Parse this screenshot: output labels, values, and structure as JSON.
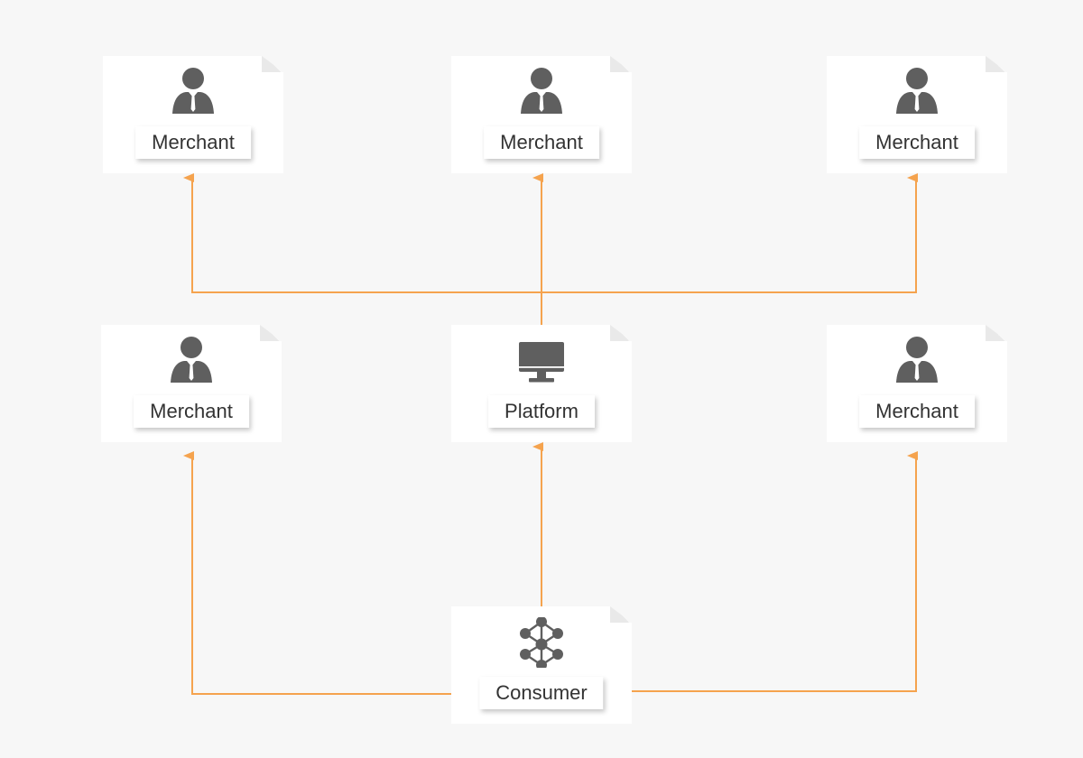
{
  "colors": {
    "background": "#f7f7f7",
    "card": "#ffffff",
    "icon": "#5f5f5f",
    "arrow": "#f5a34e",
    "text": "#333333"
  },
  "nodes": [
    {
      "id": "merchant-top-left",
      "label": "Merchant",
      "icon": "person-icon"
    },
    {
      "id": "merchant-top-center",
      "label": "Merchant",
      "icon": "person-icon"
    },
    {
      "id": "merchant-top-right",
      "label": "Merchant",
      "icon": "person-icon"
    },
    {
      "id": "merchant-mid-left",
      "label": "Merchant",
      "icon": "person-icon"
    },
    {
      "id": "platform",
      "label": "Platform",
      "icon": "monitor-icon"
    },
    {
      "id": "merchant-mid-right",
      "label": "Merchant",
      "icon": "person-icon"
    },
    {
      "id": "consumer",
      "label": "Consumer",
      "icon": "network-icon"
    }
  ],
  "edges": [
    {
      "from": "platform",
      "to": "merchant-top-left"
    },
    {
      "from": "platform",
      "to": "merchant-top-center"
    },
    {
      "from": "platform",
      "to": "merchant-top-right"
    },
    {
      "from": "consumer",
      "to": "merchant-mid-left"
    },
    {
      "from": "consumer",
      "to": "platform"
    },
    {
      "from": "consumer",
      "to": "merchant-mid-right"
    }
  ]
}
